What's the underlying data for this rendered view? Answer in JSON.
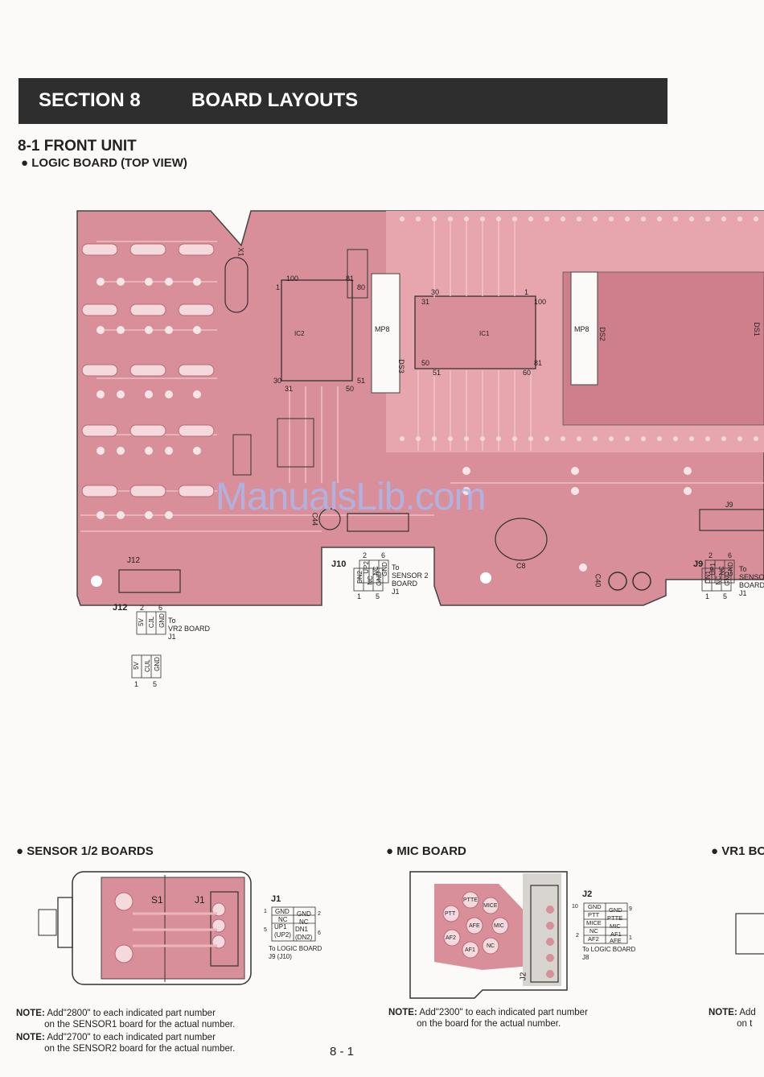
{
  "header": {
    "section": "SECTION 8",
    "title": "BOARD LAYOUTS"
  },
  "subsection": "8-1 FRONT UNIT",
  "logic_board": {
    "title": "LOGIC BOARD (TOP VIEW)",
    "refs": [
      "X1",
      "IC2",
      "IC1",
      "MP8",
      "DS3",
      "MP8",
      "DS2",
      "DS1",
      "C44",
      "C8",
      "C40",
      "J9",
      "J12"
    ],
    "pins": [
      "100",
      "81",
      "80",
      "1",
      "30",
      "31",
      "51",
      "50",
      "30",
      "31",
      "1",
      "100",
      "81",
      "60",
      "51",
      "50"
    ],
    "j10": {
      "label": "J10",
      "top_nums": [
        "2",
        "6"
      ],
      "top_pins": [
        "UP2",
        "NC",
        "GND"
      ],
      "bottom_pins": [
        "DN2",
        "NC",
        "GND"
      ],
      "bottom_nums": [
        "1",
        "5"
      ],
      "dest": [
        "To",
        "SENSOR 2",
        "BOARD",
        "J1"
      ]
    },
    "j9": {
      "label": "J9",
      "top_nums": [
        "2",
        "6"
      ],
      "top_pins": [
        "UP1",
        "NC",
        "GND"
      ],
      "bottom_pins": [
        "DN1",
        "NC",
        "GND"
      ],
      "bottom_nums": [
        "1",
        "5"
      ],
      "dest": [
        "To",
        "SENSOR",
        "BOARD",
        "J1"
      ]
    },
    "j12": {
      "label": "J12",
      "top_nums": [
        "2",
        "6"
      ],
      "top_pins": [
        "5V",
        "CJL",
        "GND"
      ],
      "bottom_pins": [
        "5V",
        "CUL",
        "GND"
      ],
      "bottom_nums": [
        "1",
        "5"
      ],
      "dest": [
        "To",
        "VR2 BOARD",
        "J1"
      ]
    }
  },
  "sensor_boards": {
    "title": "SENSOR 1/2 BOARDS",
    "refs": [
      "S1",
      "J1"
    ],
    "j1": {
      "label": "J1",
      "rows": [
        [
          "1",
          "GND",
          "GND",
          "2"
        ],
        [
          "",
          "NC",
          "NC",
          ""
        ],
        [
          "5",
          "UP1\n(UP2)",
          "DN1\n(DN2)",
          "6"
        ]
      ],
      "dest": [
        "To LOGIC BOARD",
        "J9 (J10)"
      ]
    },
    "notes": [
      {
        "label": "NOTE:",
        "text": "Add\"2800\" to each indicated part number",
        "text2": "on the SENSOR1 board for the actual number."
      },
      {
        "label": "NOTE:",
        "text": "Add\"2700\" to each indicated part number",
        "text2": "on the SENSOR2 board for the actual number."
      }
    ]
  },
  "mic_board": {
    "title": "MIC BOARD",
    "pads": [
      "PTTE",
      "PTT",
      "MICE",
      "AFE",
      "MIC",
      "AF2",
      "AF1",
      "NC"
    ],
    "ref": "J2",
    "j2": {
      "label": "J2",
      "left_nums": [
        "10",
        "2"
      ],
      "right_nums": [
        "9",
        "1"
      ],
      "left_pins": [
        "GND",
        "PTT",
        "MICE",
        "NC",
        "AF2"
      ],
      "right_pins": [
        "GND",
        "PTTE",
        "MIC",
        "AF1",
        "AFE"
      ],
      "dest": [
        "To LOGIC BOARD",
        "J8"
      ]
    },
    "note": {
      "label": "NOTE:",
      "text": "Add\"2300\" to each indicated part number",
      "text2": "on the board for the actual number."
    }
  },
  "vr1_board": {
    "title": "VR1 BO",
    "note_label": "NOTE:",
    "note_text": "Add",
    "note_text2": "on t"
  },
  "page_number": "8 - 1",
  "watermark": "ManualsLib.com",
  "colors": {
    "board": "#d98f99",
    "trace": "#e9b3ba",
    "pad": "#f4dadd",
    "banner": "#2e2e2e"
  }
}
